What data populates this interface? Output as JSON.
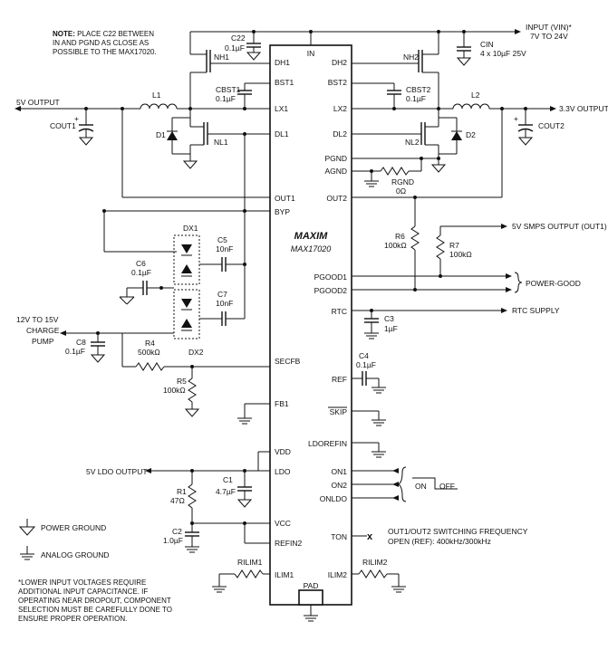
{
  "chip": {
    "part_number": "MAX17020",
    "logo_text": "MAXIM",
    "pins_left": [
      "DH1",
      "BST1",
      "LX1",
      "DL1",
      "OUT1",
      "BYP",
      "SECFB",
      "FB1",
      "VDD",
      "LDO",
      "VCC",
      "REFIN2",
      "ILIM1"
    ],
    "pins_right": [
      "IN",
      "DH2",
      "BST2",
      "LX2",
      "DL2",
      "PGND",
      "AGND",
      "OUT2",
      "PGOOD1",
      "PGOOD2",
      "RTC",
      "REF",
      "SKIP",
      "LDOREFIN",
      "ON1",
      "ON2",
      "ONLDO",
      "TON",
      "ILIM2"
    ],
    "pin_bottom": "PAD"
  },
  "notes": {
    "top_note_bold": "NOTE:",
    "top_note_line1": " PLACE C22 BETWEEN",
    "top_note_line2": "IN AND PGND AS CLOSE AS",
    "top_note_line3": "POSSIBLE TO THE MAX17020.",
    "bottom_note_line1": "*LOWER INPUT VOLTAGES REQUIRE",
    "bottom_note_line2": "ADDITIONAL INPUT CAPACITANCE. IF",
    "bottom_note_line3": "OPERATING NEAR DROPOUT, COMPONENT",
    "bottom_note_line4": "SELECTION MUST BE CAREFULLY DONE TO",
    "bottom_note_line5": "ENSURE PROPER OPERATION."
  },
  "rails": {
    "input_line1": "INPUT (VIN)*",
    "input_line2": "7V TO 24V",
    "out1": "5V OUTPUT",
    "out2": "3.3V OUTPUT",
    "smps_out": "5V SMPS OUTPUT (OUT1)",
    "power_good": "POWER-GOOD",
    "rtc_supply": "RTC SUPPLY",
    "charge_pump_line1": "12V TO 15V",
    "charge_pump_line2": "CHARGE",
    "charge_pump_line3": "PUMP",
    "ldo_out": "5V LDO OUTPUT",
    "on_label": "ON",
    "off_label": "OFF",
    "ton_line1": "OUT1/OUT2 SWITCHING FREQUENCY",
    "ton_line2": "OPEN (REF): 400kHz/300kHz"
  },
  "components": {
    "c22": "C22",
    "c22_val": "0.1µF",
    "cin": "CIN",
    "cin_val": "4 x 10µF 25V",
    "nh1": "NH1",
    "nl1": "NL1",
    "nh2": "NH2",
    "nl2": "NL2",
    "cbst1": "CBST1",
    "cbst1_val": "0.1µF",
    "cbst2": "CBST2",
    "cbst2_val": "0.1µF",
    "l1": "L1",
    "l2": "L2",
    "d1": "D1",
    "d2": "D2",
    "cout1": "COUT1",
    "cout2": "COUT2",
    "rgnd": "RGND",
    "rgnd_val": "0Ω",
    "r6": "R6",
    "r6_val": "100kΩ",
    "r7": "R7",
    "r7_val": "100kΩ",
    "dx1": "DX1",
    "dx2": "DX2",
    "c5": "C5",
    "c5_val": "10nF",
    "c6": "C6",
    "c6_val": "0.1µF",
    "c7": "C7",
    "c7_val": "10nF",
    "c8": "C8",
    "c8_val": "0.1µF",
    "r4": "R4",
    "r4_val": "500kΩ",
    "r5": "R5",
    "r5_val": "100kΩ",
    "c3": "C3",
    "c3_val": "1µF",
    "c4": "C4",
    "c4_val": "0.1µF",
    "r1": "R1",
    "r1_val": "47Ω",
    "c1": "C1",
    "c1_val": "4.7µF",
    "c2": "C2",
    "c2_val": "1.0µF",
    "rilim1": "RILIM1",
    "rilim2": "RILIM2"
  },
  "legend": {
    "power_ground": "POWER GROUND",
    "analog_ground": "ANALOG GROUND"
  }
}
